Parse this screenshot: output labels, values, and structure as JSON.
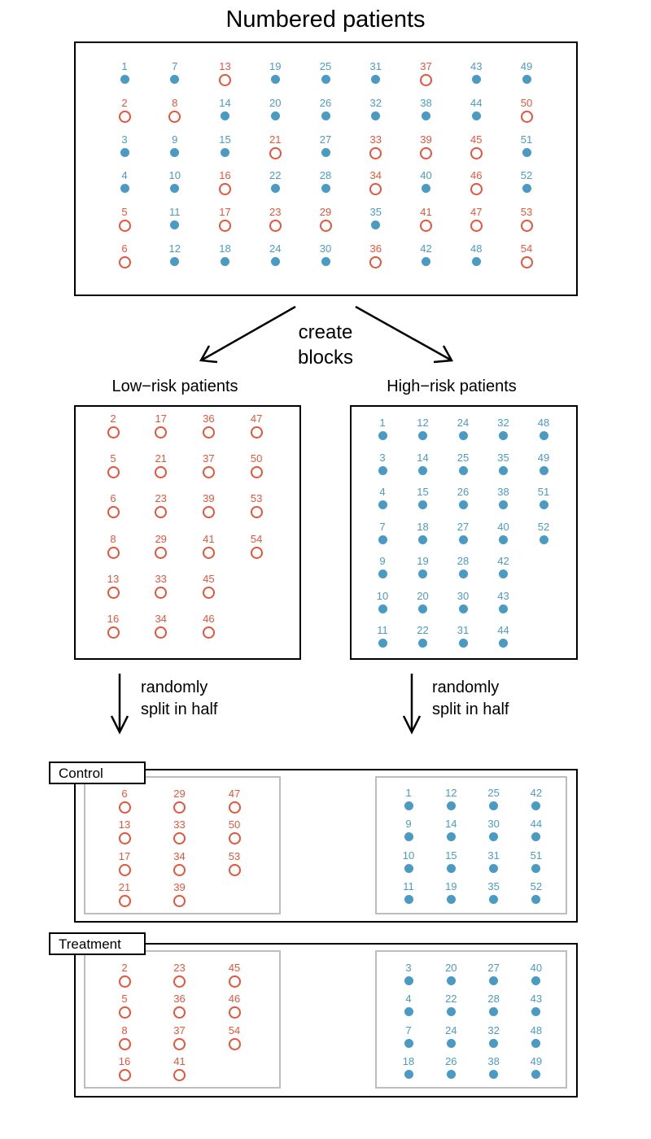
{
  "title": "Numbered patients",
  "create_blocks": [
    "create",
    "blocks"
  ],
  "low_risk_heading": "Low−risk patients",
  "high_risk_heading": "High−risk patients",
  "split_label": [
    "randomly",
    "split in half"
  ],
  "control_label": "Control",
  "treatment_label": "Treatment",
  "colors": {
    "low_risk": "#e8543a",
    "high_risk": "#4a9bc4",
    "inner_border": "#bdbdbd"
  },
  "low_risk_ids": [
    2,
    5,
    6,
    8,
    13,
    16,
    17,
    21,
    23,
    29,
    33,
    34,
    36,
    37,
    39,
    41,
    45,
    46,
    47,
    50,
    53,
    54
  ],
  "numbered_grid": [
    [
      1,
      7,
      13,
      19,
      25,
      31,
      37,
      43,
      49
    ],
    [
      2,
      8,
      14,
      20,
      26,
      32,
      38,
      44,
      50
    ],
    [
      3,
      9,
      15,
      21,
      27,
      33,
      39,
      45,
      51
    ],
    [
      4,
      10,
      16,
      22,
      28,
      34,
      40,
      46,
      52
    ],
    [
      5,
      11,
      17,
      23,
      29,
      35,
      41,
      47,
      53
    ],
    [
      6,
      12,
      18,
      24,
      30,
      36,
      42,
      48,
      54
    ]
  ],
  "low_risk_block": [
    [
      2,
      5,
      6,
      8,
      13,
      16
    ],
    [
      17,
      21,
      23,
      29,
      33,
      34
    ],
    [
      36,
      37,
      39,
      41,
      45,
      46
    ],
    [
      47,
      50,
      53,
      54
    ]
  ],
  "high_risk_block": [
    [
      1,
      3,
      4,
      7,
      9,
      10,
      11
    ],
    [
      12,
      14,
      15,
      18,
      19,
      20,
      22
    ],
    [
      24,
      25,
      26,
      27,
      28,
      30,
      31
    ],
    [
      32,
      35,
      38,
      40,
      42,
      43,
      44
    ],
    [
      48,
      49,
      51,
      52
    ]
  ],
  "control_low": [
    [
      6,
      13,
      17,
      21
    ],
    [
      29,
      33,
      34,
      39
    ],
    [
      47,
      50,
      53
    ]
  ],
  "control_high": [
    [
      1,
      9,
      10,
      11
    ],
    [
      12,
      14,
      15,
      19
    ],
    [
      25,
      30,
      31,
      35
    ],
    [
      42,
      44,
      51,
      52
    ]
  ],
  "treatment_low": [
    [
      2,
      5,
      8,
      16
    ],
    [
      23,
      36,
      37,
      41
    ],
    [
      45,
      46,
      54
    ]
  ],
  "treatment_high": [
    [
      3,
      4,
      7,
      18
    ],
    [
      20,
      22,
      24,
      26
    ],
    [
      27,
      28,
      32,
      38
    ],
    [
      40,
      43,
      48,
      49
    ]
  ]
}
